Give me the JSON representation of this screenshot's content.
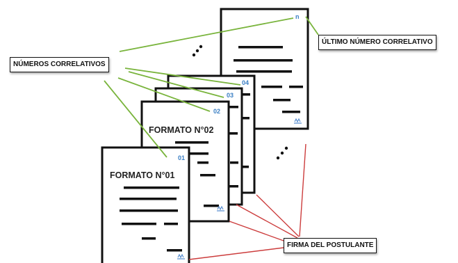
{
  "labels": {
    "numeros_correlativos": "NÚMEROS CORRELATIVOS",
    "ultimo_numero": "ÚLTIMO NÚMERO CORRELATIVO",
    "firma": "FIRMA DEL POSTULANTE"
  },
  "pages": [
    {
      "number": "n"
    },
    {
      "number": "04"
    },
    {
      "number": "03"
    },
    {
      "number": "02",
      "title": "FORMATO N°02"
    },
    {
      "number": "01",
      "title": "FORMATO N°01"
    }
  ],
  "colors": {
    "number_lines": "#79b43c",
    "signature_lines": "#cc3c3c",
    "page_number": "#3a7fc4"
  },
  "icons": [
    "ellipsis-icon",
    "signature-icon"
  ]
}
